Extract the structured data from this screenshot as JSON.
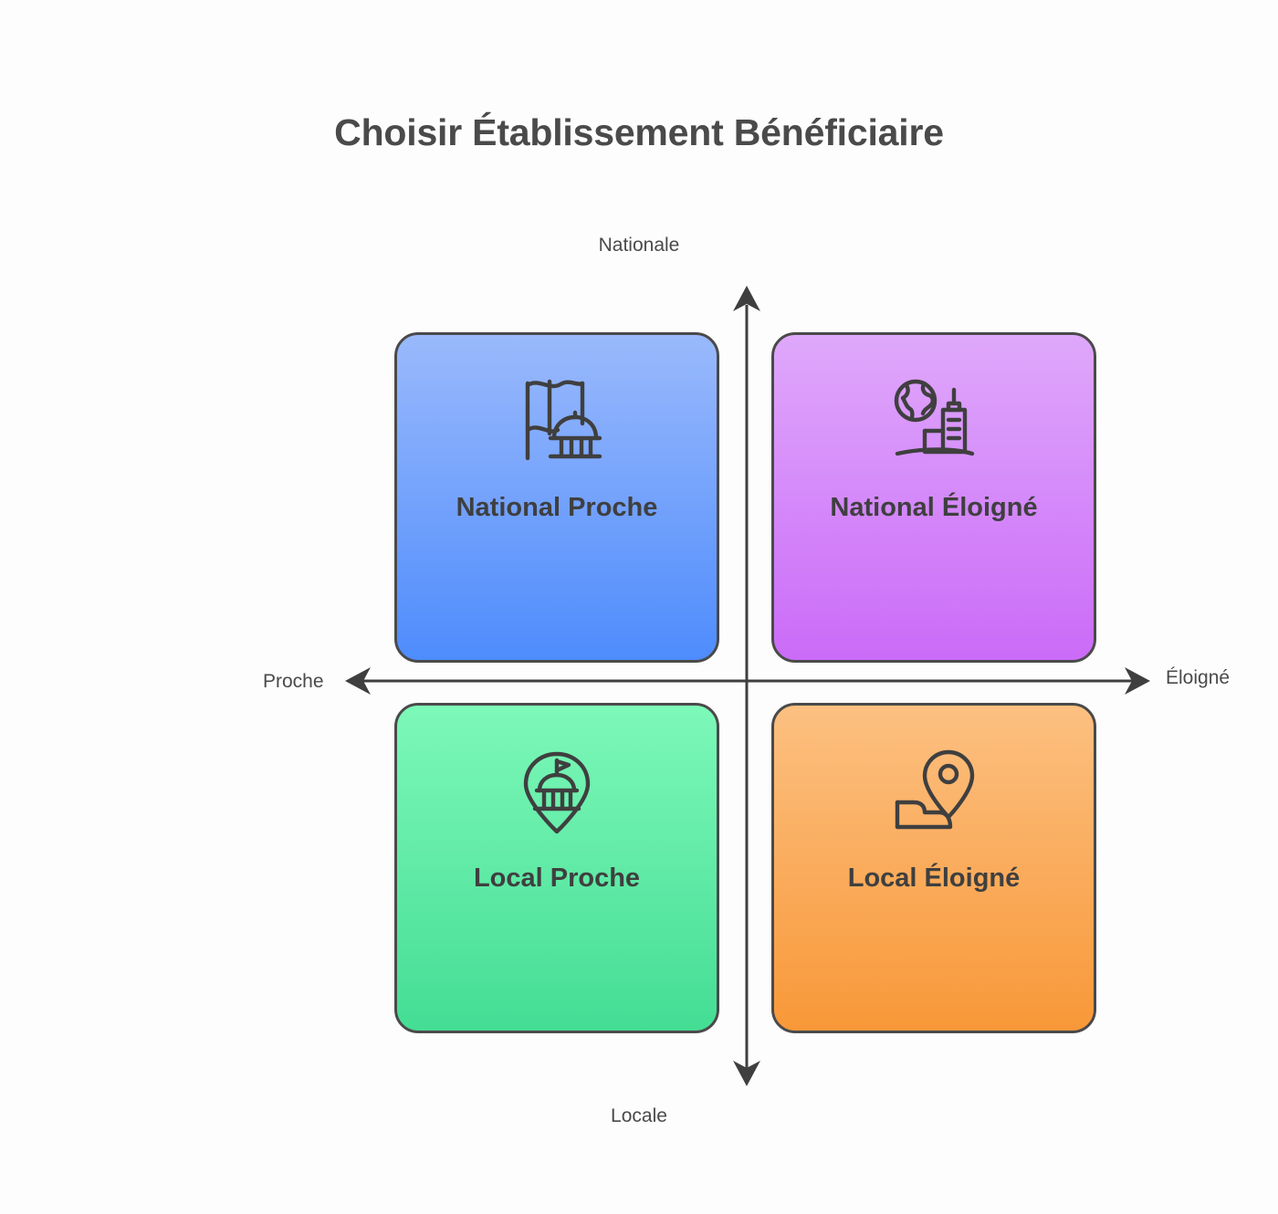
{
  "page": {
    "title": "Choisir Établissement Bénéficiaire",
    "background_color": "#fdfdfd",
    "text_color": "#4a4a4a"
  },
  "axes": {
    "vertical": {
      "top_label": "Nationale",
      "bottom_label": "Locale"
    },
    "horizontal": {
      "left_label": "Proche",
      "right_label": "Éloigné"
    },
    "axis_color": "#4a4a4a"
  },
  "chart_data": {
    "type": "table",
    "title": "Choisir Établissement Bénéficiaire",
    "xlabel": "Proche ↔ Éloigné",
    "ylabel": "Locale ↔ Nationale",
    "x_axis_labels": [
      "Proche",
      "Éloigné"
    ],
    "y_axis_labels": [
      "Nationale",
      "Locale"
    ],
    "quadrants": [
      {
        "id": "national-proche",
        "label": "National Proche",
        "position": "top-left",
        "x": "Proche",
        "y": "Nationale",
        "icon": "flag-government-building-icon",
        "color_top": "#9ab9fc",
        "color_bottom": "#4e8cfc",
        "border_color": "#4a4a4a"
      },
      {
        "id": "national-eloigne",
        "label": "National Éloigné",
        "position": "top-right",
        "x": "Éloigné",
        "y": "Nationale",
        "icon": "globe-skyscraper-icon",
        "color_top": "#dfa8fb",
        "color_bottom": "#cb6bf8",
        "border_color": "#4a4a4a"
      },
      {
        "id": "local-proche",
        "label": "Local Proche",
        "position": "bottom-left",
        "x": "Proche",
        "y": "Locale",
        "icon": "map-pin-townhall-icon",
        "color_top": "#7df8b8",
        "color_bottom": "#44dd94",
        "border_color": "#4a4a4a"
      },
      {
        "id": "local-eloigne",
        "label": "Local Éloigné",
        "position": "bottom-right",
        "x": "Éloigné",
        "y": "Locale",
        "icon": "map-pin-road-icon",
        "color_top": "#fcc081",
        "color_bottom": "#f89838",
        "border_color": "#4a4a4a"
      }
    ]
  }
}
